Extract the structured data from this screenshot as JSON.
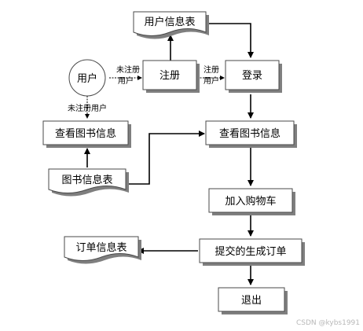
{
  "nodes": {
    "user_info_table": "用户信息表",
    "user": "用户",
    "register": "注册",
    "login": "登录",
    "view_books_left": "查看图书信息",
    "book_info_table": "图书信息表",
    "view_books_main": "查看图书信息",
    "add_to_cart": "加入购物车",
    "order_info_table": "订单信息表",
    "submit_order": "提交的生成订单",
    "logout": "退出"
  },
  "edge_labels": {
    "unregistered_user_1": "未注册",
    "unregistered_user_2": "用户",
    "registered_user_1": "注册",
    "registered_user_2": "用户",
    "unregistered_below": "未注册用户"
  },
  "watermark": "CSDN @kybs1991"
}
